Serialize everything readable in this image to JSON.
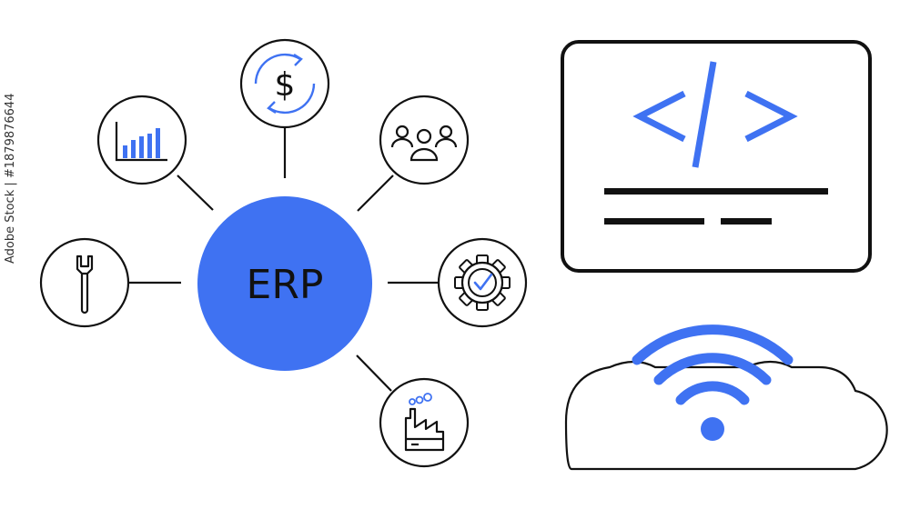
{
  "hub": {
    "label": "ERP"
  },
  "watermark_text": "Adobe Stock | #1879876644",
  "colors": {
    "accent": "#3f72f2",
    "stroke": "#111111",
    "background": "#ffffff"
  },
  "nodes": [
    {
      "id": "dollar",
      "icon": "dollar-cycle-icon"
    },
    {
      "id": "chart",
      "icon": "bar-chart-icon"
    },
    {
      "id": "team",
      "icon": "team-icon"
    },
    {
      "id": "wrench",
      "icon": "wrench-icon"
    },
    {
      "id": "gear",
      "icon": "gear-check-icon"
    },
    {
      "id": "factory",
      "icon": "factory-icon"
    }
  ],
  "code_window": {
    "icon": "code-brackets-icon",
    "symbol": "</>"
  },
  "cloud": {
    "icon": "wifi-cloud-icon"
  }
}
